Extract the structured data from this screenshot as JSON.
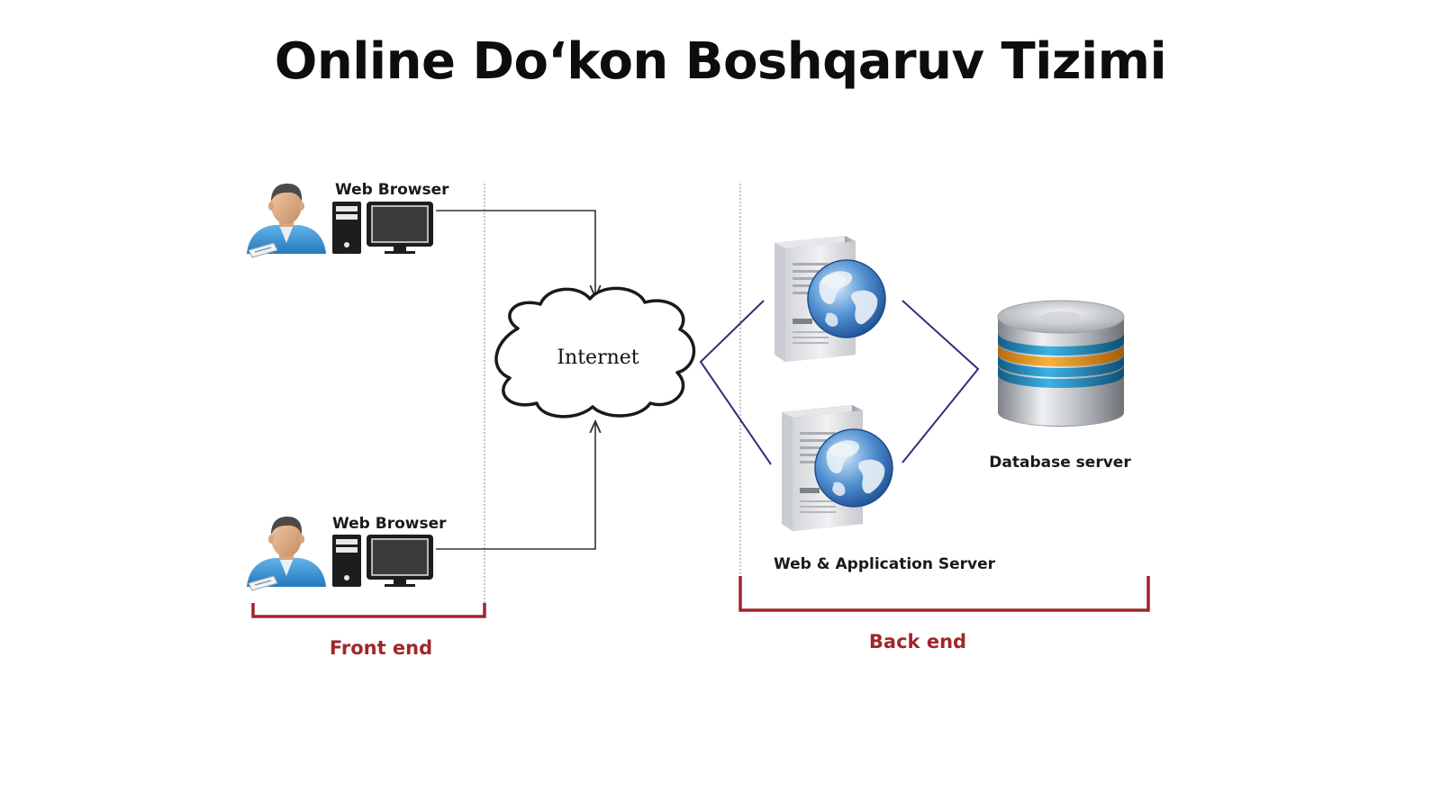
{
  "title": "Online Do‘kon Boshqaruv Tizimi",
  "nodes": {
    "browser_top": {
      "label": "Web Browser",
      "icons": [
        "user-icon",
        "desktop-computer-icon"
      ]
    },
    "browser_bottom": {
      "label": "Web Browser",
      "icons": [
        "user-icon",
        "desktop-computer-icon"
      ]
    },
    "internet": {
      "label": "Internet",
      "icon": "cloud-icon"
    },
    "app_servers": {
      "label": "Web & Application Server",
      "icons": [
        "server-globe-icon",
        "server-globe-icon"
      ]
    },
    "database": {
      "label": "Database server",
      "icon": "database-icon"
    }
  },
  "groups": {
    "front_end": "Front end",
    "back_end": "Back end"
  },
  "edges": [
    {
      "from": "browser_top",
      "to": "internet",
      "directed": true
    },
    {
      "from": "browser_bottom",
      "to": "internet",
      "directed": true
    },
    {
      "from": "internet",
      "to": "app_servers",
      "directed": false
    },
    {
      "from": "app_servers",
      "to": "database",
      "directed": false
    }
  ],
  "colors": {
    "bracket": "#a1262b",
    "link_line": "#2e2f7a",
    "arrow_line": "#333333"
  }
}
